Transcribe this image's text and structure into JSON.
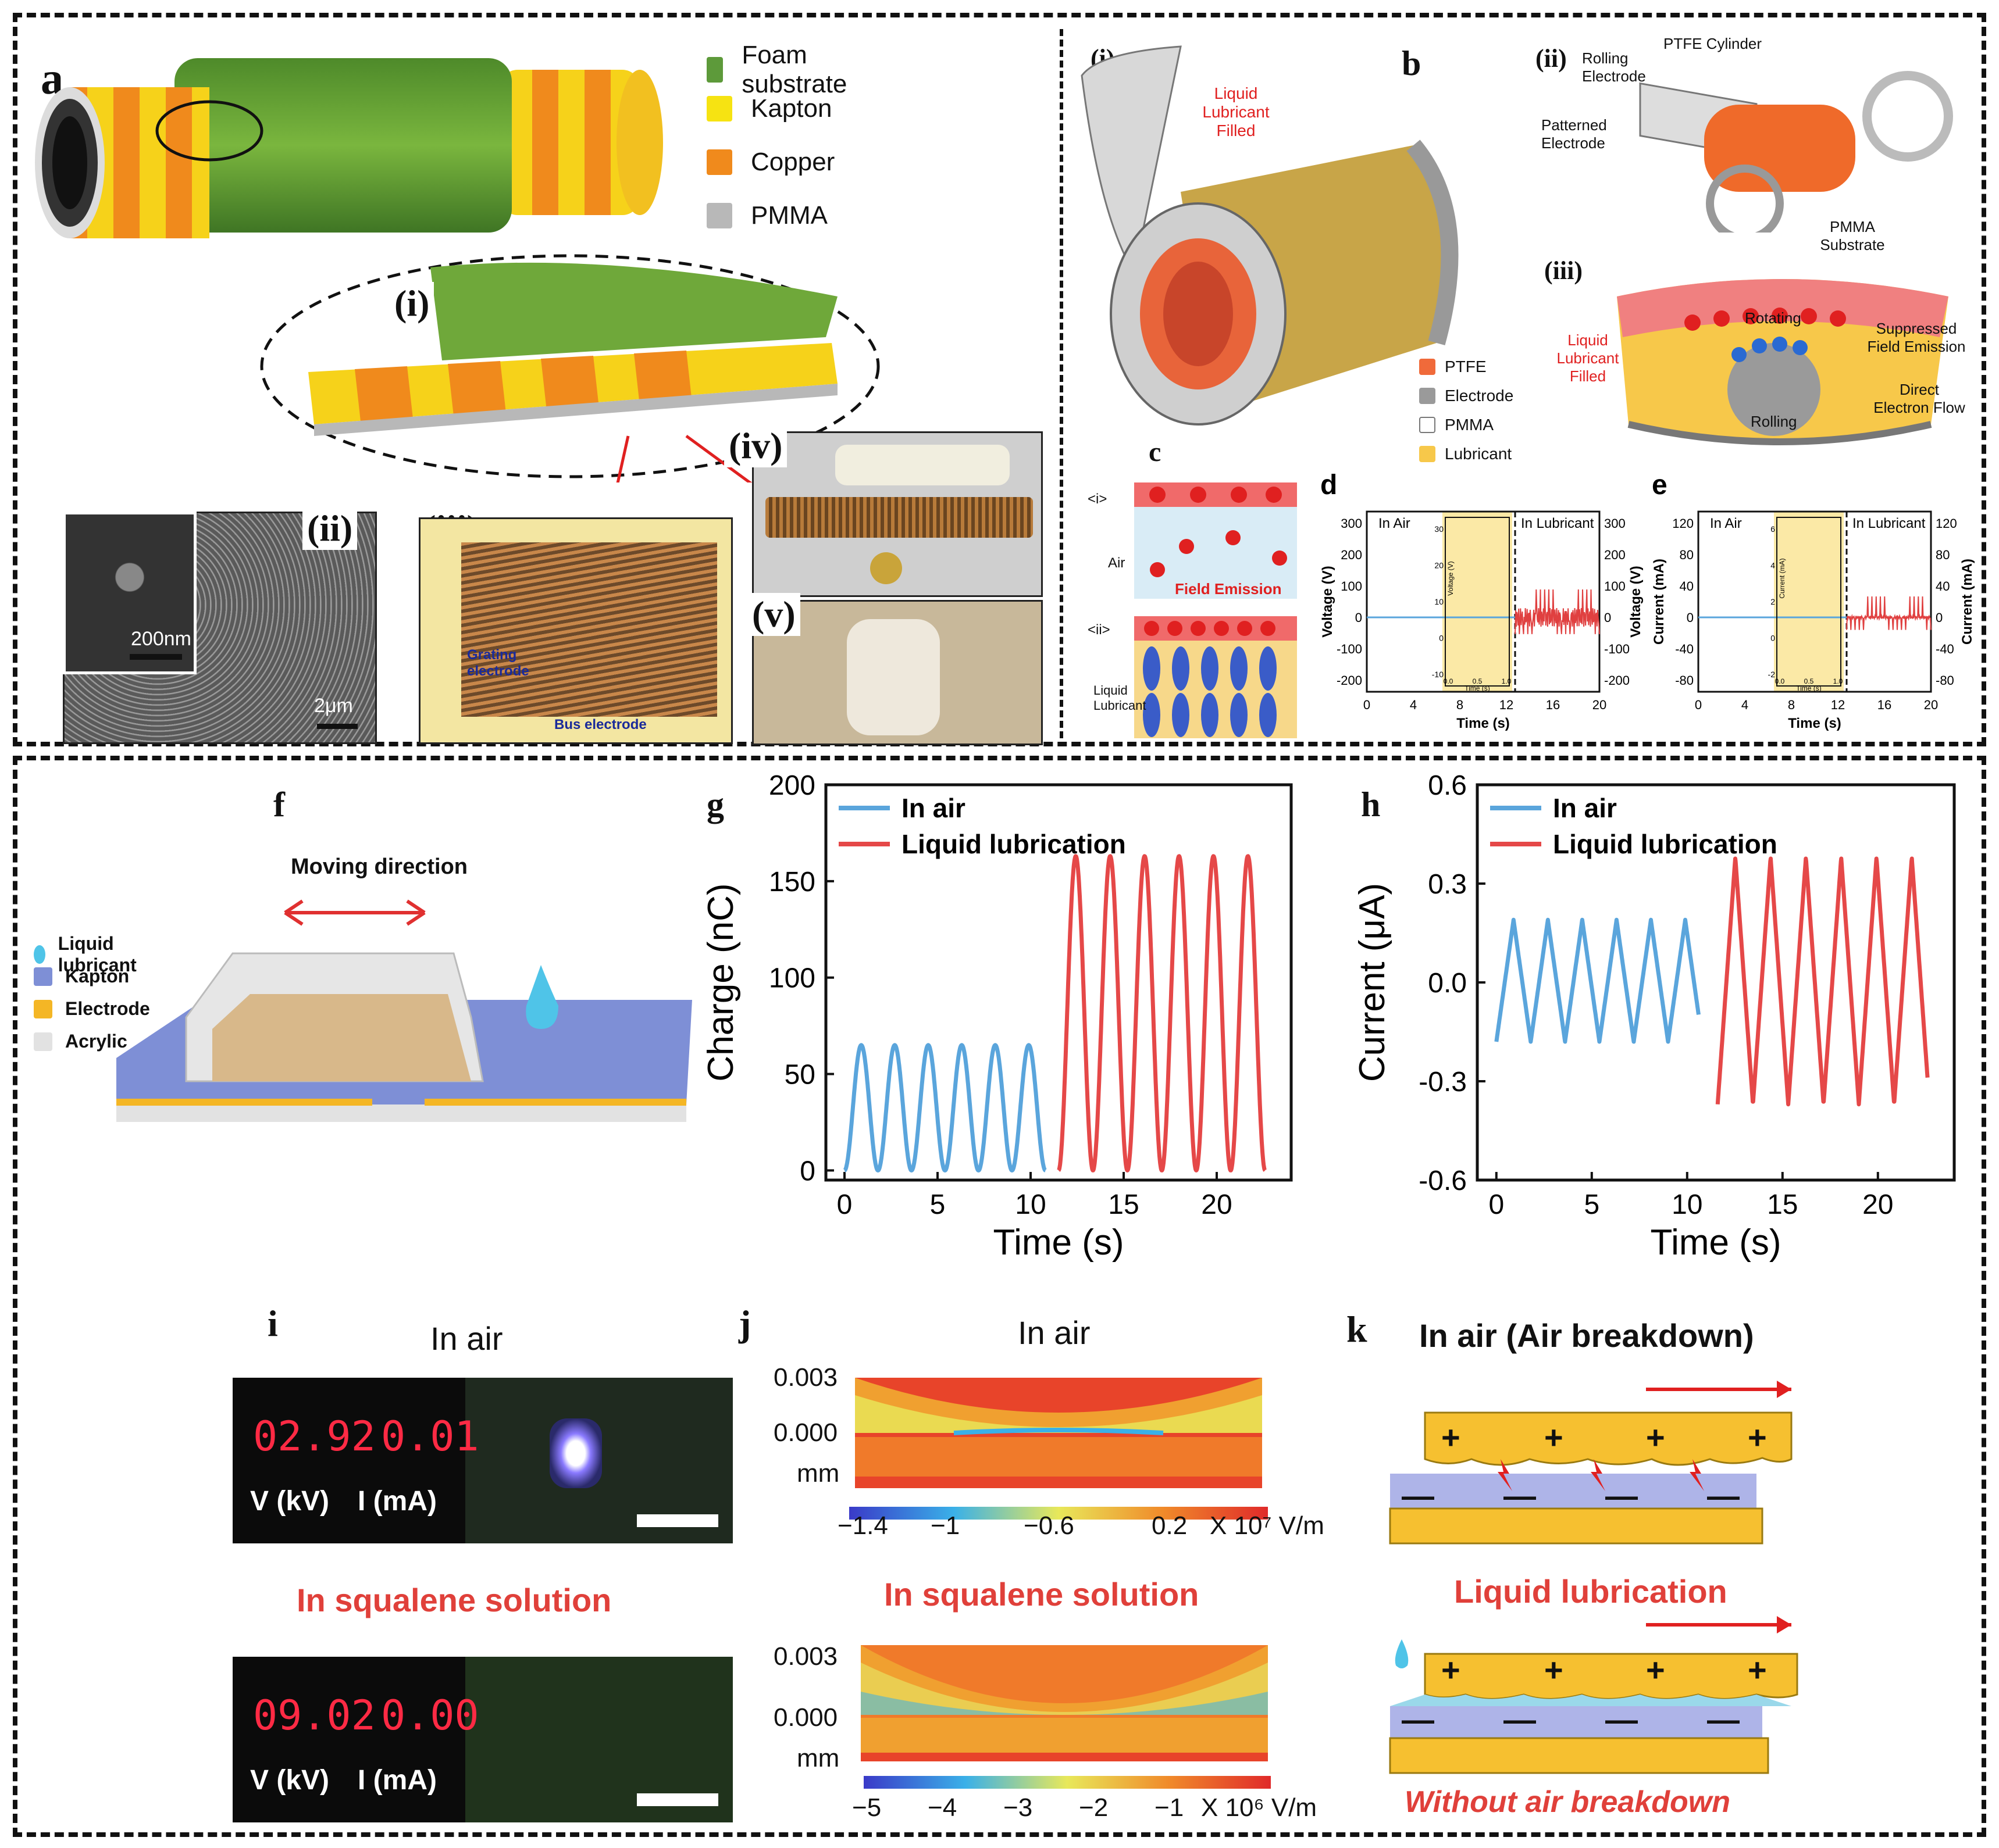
{
  "panel_a": {
    "label": "a",
    "legend": [
      {
        "label": "Foam substrate",
        "color": "#5d9a3a"
      },
      {
        "label": "Kapton",
        "color": "#f6e312"
      },
      {
        "label": "Copper",
        "color": "#f08a1c"
      },
      {
        "label": "PMMA",
        "color": "#b8b8b8"
      }
    ],
    "sub_i": "(i)",
    "sub_ii": "(ii)",
    "sub_iii": "(iii)",
    "sub_iv": "(iv)",
    "sub_v": "(v)",
    "sem_inset_scale": "200nm",
    "sem_scale": "2μm",
    "grating_label": "Grating electrode",
    "bus_label": "Bus electrode"
  },
  "panel_b": {
    "label": "b",
    "sub_i": "(i)",
    "sub_ii": "(ii)",
    "sub_iii": "(iii)",
    "liquid_filled": "Liquid Lubricant Filled",
    "ii_labels": {
      "rolling": "Rolling Electrode",
      "cylinder": "PTFE Cylinder",
      "patterned": "Patterned Electrode",
      "pmma": "PMMA Substrate"
    },
    "legend": [
      {
        "label": "PTFE",
        "color": "#f06a3a"
      },
      {
        "label": "Electrode",
        "color": "#9a9a9a"
      },
      {
        "label": "PMMA",
        "color": "#ffffff"
      },
      {
        "label": "Lubricant",
        "color": "#f7c84a"
      }
    ],
    "iii_labels": {
      "rotating": "Rotating",
      "suppressed": "Suppressed Field Emission",
      "liquid": "Liquid Lubricant Filled",
      "direct": "Direct Electron Flow",
      "rolling": "Rolling"
    }
  },
  "panel_c": {
    "label": "c",
    "i_tag": "<i>",
    "ii_tag": "<ii>",
    "air": "Air",
    "field_emission": "Field Emission",
    "liquid": "Liquid Lubricant"
  },
  "panel_d": {
    "label": "d",
    "in_air": "In Air",
    "in_lub": "In Lubricant",
    "ylabel_left": "Voltage (V)",
    "ylabel_right": "Voltage (V)",
    "xlabel": "Time (s)",
    "inset_xlabel": "Time (s)",
    "inset_ylabel": "Voltage (V)",
    "yticks_left": [
      "-200",
      "-100",
      "0",
      "100",
      "200",
      "300"
    ],
    "yticks_right": [
      "-200",
      "-100",
      "0",
      "100",
      "200",
      "300"
    ],
    "xticks": [
      "0",
      "4",
      "8",
      "12",
      "16",
      "20"
    ],
    "inset_yticks": [
      "-10",
      "0",
      "10",
      "20",
      "30"
    ],
    "inset_xticks": [
      "0.0",
      "0.5",
      "1.0"
    ]
  },
  "panel_e": {
    "label": "e",
    "in_air": "In Air",
    "in_lub": "In Lubricant",
    "ylabel_left": "Current (mA)",
    "ylabel_right": "Current (mA)",
    "xlabel": "Time (s)",
    "inset_xlabel": "Time (s)",
    "inset_ylabel": "Current (mA)",
    "yticks_left": [
      "-80",
      "-40",
      "0",
      "40",
      "80",
      "120"
    ],
    "yticks_right": [
      "-80",
      "-40",
      "0",
      "40",
      "80",
      "120"
    ],
    "xticks": [
      "0",
      "4",
      "8",
      "12",
      "16",
      "20"
    ],
    "inset_yticks": [
      "-2",
      "0",
      "2",
      "4",
      "6"
    ],
    "inset_xticks": [
      "0.0",
      "0.5",
      "1.0"
    ]
  },
  "panel_f": {
    "label": "f",
    "moving": "Moving direction",
    "legend": [
      {
        "label": "Liquid lubricant",
        "color": "#4fc4e8"
      },
      {
        "label": "Kapton",
        "color": "#7e8fd6"
      },
      {
        "label": "Electrode",
        "color": "#f4b625"
      },
      {
        "label": "Acrylic",
        "color": "#e2e2e2"
      }
    ]
  },
  "chart_data": [
    {
      "panel": "g",
      "type": "line",
      "xlabel": "Time (s)",
      "ylabel": "Charge (nC)",
      "xlim": [
        -1,
        24
      ],
      "ylim": [
        -5,
        200
      ],
      "xticks": [
        "0",
        "5",
        "10",
        "15",
        "20"
      ],
      "yticks": [
        "0",
        "50",
        "100",
        "150",
        "200"
      ],
      "legend_position": "top-left",
      "series": [
        {
          "name": "In air",
          "color": "#5aa5dc",
          "x_start": 0,
          "x_end": 10.8,
          "period": 1.8,
          "min": 0,
          "max": 65
        },
        {
          "name": "Liquid lubrication",
          "color": "#e54848",
          "x_start": 11.5,
          "x_end": 22.6,
          "period": 1.85,
          "min": 0,
          "max": 163
        }
      ]
    },
    {
      "panel": "h",
      "type": "line",
      "xlabel": "Time (s)",
      "ylabel": "Current (μA)",
      "xlim": [
        -1,
        24
      ],
      "ylim": [
        -0.6,
        0.6
      ],
      "xticks": [
        "0",
        "5",
        "10",
        "15",
        "20"
      ],
      "yticks": [
        "-0.6",
        "-0.3",
        "0.0",
        "0.3",
        "0.6"
      ],
      "legend_position": "top-left",
      "series": [
        {
          "name": "In air",
          "color": "#5aa5dc",
          "x_start": 0,
          "x_end": 10.6,
          "period": 1.8,
          "min": -0.18,
          "max": 0.19
        },
        {
          "name": "Liquid lubrication",
          "color": "#e54848",
          "x_start": 11.6,
          "x_end": 22.6,
          "period": 1.85,
          "min": -0.37,
          "max": 0.38
        }
      ]
    }
  ],
  "panel_i": {
    "label": "i",
    "air_title": "In air",
    "squalene_title": "In squalene solution",
    "air_v": "02.92",
    "air_i": "0.01",
    "sq_v": "09.02",
    "sq_i": "0.00",
    "v_unit": "V (kV)",
    "i_unit": "I (mA)"
  },
  "panel_j": {
    "label": "j",
    "air_title": "In air",
    "squalene_title": "In squalene solution",
    "yticks": [
      "0.003",
      "0.000"
    ],
    "yunit": "mm",
    "air_cbar": [
      "−1.4",
      "−1",
      "−0.6",
      "0.2"
    ],
    "air_cbar_unit": "X 10⁷ V/m",
    "sq_cbar": [
      "−5",
      "−4",
      "−3",
      "−2",
      "−1"
    ],
    "sq_cbar_unit": "X 10⁶ V/m"
  },
  "panel_k": {
    "label": "k",
    "air_title": "In air (Air breakdown)",
    "lub_title": "Liquid lubrication",
    "without": "Without air breakdown",
    "plus": "+",
    "minus": "—"
  }
}
